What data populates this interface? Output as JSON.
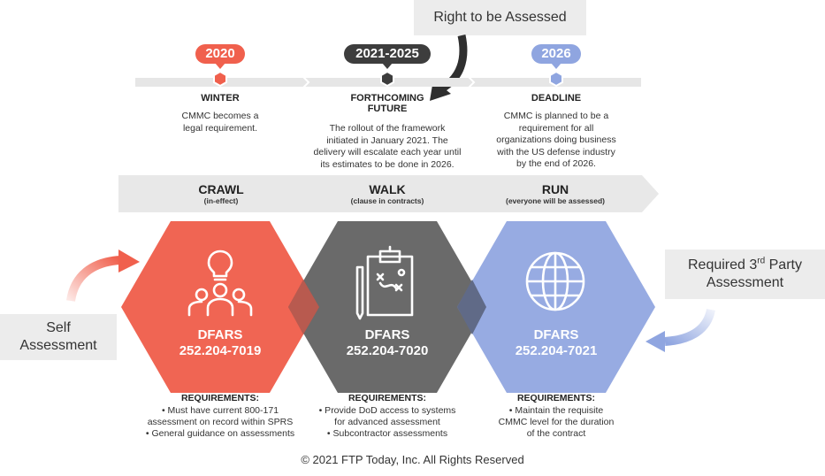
{
  "callouts": {
    "right_to_be_assessed": "Right to be Assessed",
    "self_assessment": [
      "Self",
      "Assessment"
    ],
    "third_party": {
      "line1_pre": "Required 3",
      "line1_sup": "rd",
      "line1_post": " Party",
      "line2": "Assessment"
    }
  },
  "timeline": [
    {
      "year": "2020",
      "title": "WINTER",
      "desc": [
        "CMMC becomes a",
        "legal requirement."
      ],
      "color": "#f0604d"
    },
    {
      "year": "2021-2025",
      "title": [
        "FORTHCOMING",
        "FUTURE"
      ],
      "desc": [
        "The rollout of the framework",
        "initiated in January 2021. The",
        "delivery will escalate each year until",
        "its estimates to be done in 2026."
      ],
      "color": "#3d3d3d"
    },
    {
      "year": "2026",
      "title": "DEADLINE",
      "desc": [
        "CMMC is planned to be a",
        "requirement for all",
        "organizations doing business",
        "with the US defense industry",
        "by the end of 2026."
      ],
      "color": "#8fa5e0"
    }
  ],
  "phases": [
    {
      "name": "CRAWL",
      "sub": "(in-effect)"
    },
    {
      "name": "WALK",
      "sub": "(clause in contracts)"
    },
    {
      "name": "RUN",
      "sub": "(everyone will be assessed)"
    }
  ],
  "hexes": [
    {
      "label": "DFARS",
      "code": "252.204-7019",
      "icon": "lightbulb-team-icon",
      "color": "#f0604d"
    },
    {
      "label": "DFARS",
      "code": "252.204-7020",
      "icon": "clipboard-strategy-icon",
      "color": "#5f5f5f"
    },
    {
      "label": "DFARS",
      "code": "252.204-7021",
      "icon": "globe-icon",
      "color": "#8fa5e0"
    }
  ],
  "requirements": [
    {
      "title": "REQUIREMENTS:",
      "items": [
        "• Must have current 800-171",
        "assessment on record within SPRS",
        "• General guidance on assessments"
      ]
    },
    {
      "title": "REQUIREMENTS:",
      "items": [
        "• Provide DoD access to systems",
        "for advanced assessment",
        "• Subcontractor assessments"
      ]
    },
    {
      "title": "REQUIREMENTS:",
      "items": [
        "• Maintain the requisite",
        "CMMC level for the duration",
        "of the contract"
      ]
    }
  ],
  "copyright": "© 2021 FTP Today, Inc. All Rights Reserved"
}
